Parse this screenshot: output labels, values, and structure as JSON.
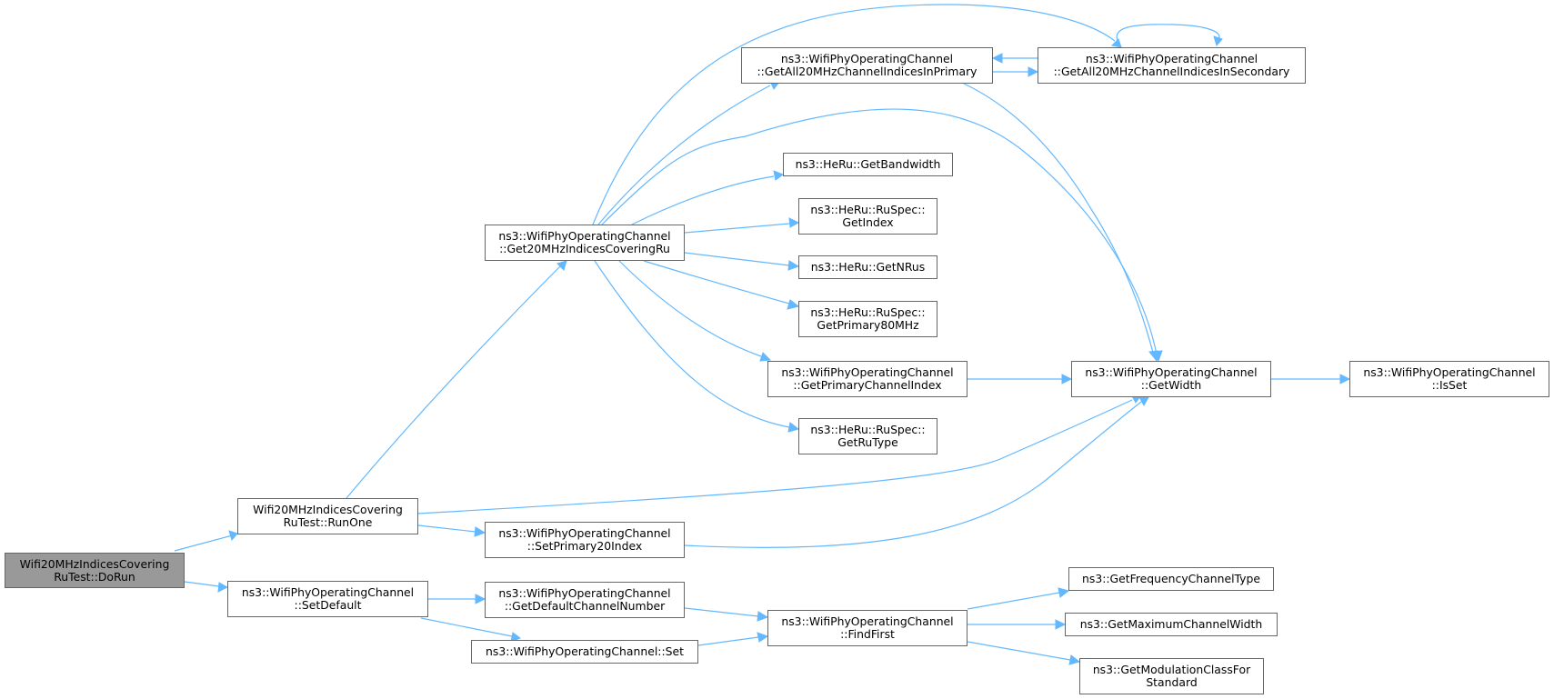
{
  "diagram": {
    "nodes": {
      "dorun": {
        "lines": [
          "Wifi20MHzIndicesCovering",
          "RuTest::DoRun"
        ],
        "root": true
      },
      "runone": {
        "lines": [
          "Wifi20MHzIndicesCovering",
          "RuTest::RunOne"
        ]
      },
      "setdefault": {
        "lines": [
          "ns3::WifiPhyOperatingChannel",
          "::SetDefault"
        ]
      },
      "get20mhz": {
        "lines": [
          "ns3::WifiPhyOperatingChannel",
          "::Get20MHzIndicesCoveringRu"
        ]
      },
      "setprimary20": {
        "lines": [
          "ns3::WifiPhyOperatingChannel",
          "::SetPrimary20Index"
        ]
      },
      "getdefaultchannel": {
        "lines": [
          "ns3::WifiPhyOperatingChannel",
          "::GetDefaultChannelNumber"
        ]
      },
      "set": {
        "lines": [
          "ns3::WifiPhyOperatingChannel::Set"
        ]
      },
      "getallprimary": {
        "lines": [
          "ns3::WifiPhyOperatingChannel",
          "::GetAll20MHzChannelIndicesInPrimary"
        ]
      },
      "getallsecondary": {
        "lines": [
          "ns3::WifiPhyOperatingChannel",
          "::GetAll20MHzChannelIndicesInSecondary"
        ]
      },
      "getbandwidth": {
        "lines": [
          "ns3::HeRu::GetBandwidth"
        ]
      },
      "getindex": {
        "lines": [
          "ns3::HeRu::RuSpec::",
          "GetIndex"
        ]
      },
      "getnrus": {
        "lines": [
          "ns3::HeRu::GetNRus"
        ]
      },
      "getprimary80": {
        "lines": [
          "ns3::HeRu::RuSpec::",
          "GetPrimary80MHz"
        ]
      },
      "getprimarychannelindex": {
        "lines": [
          "ns3::WifiPhyOperatingChannel",
          "::GetPrimaryChannelIndex"
        ]
      },
      "getrutype": {
        "lines": [
          "ns3::HeRu::RuSpec::",
          "GetRuType"
        ]
      },
      "getwidth": {
        "lines": [
          "ns3::WifiPhyOperatingChannel",
          "::GetWidth"
        ]
      },
      "isset": {
        "lines": [
          "ns3::WifiPhyOperatingChannel",
          "::IsSet"
        ]
      },
      "findfirst": {
        "lines": [
          "ns3::WifiPhyOperatingChannel",
          "::FindFirst"
        ]
      },
      "getfreqtype": {
        "lines": [
          "ns3::GetFrequencyChannelType"
        ]
      },
      "getmaxwidth": {
        "lines": [
          "ns3::GetMaximumChannelWidth"
        ]
      },
      "getmodclass": {
        "lines": [
          "ns3::GetModulationClassFor",
          "Standard"
        ]
      }
    },
    "edges": [
      [
        "dorun",
        "runone"
      ],
      [
        "dorun",
        "setdefault"
      ],
      [
        "runone",
        "get20mhz"
      ],
      [
        "runone",
        "getwidth"
      ],
      [
        "runone",
        "setprimary20"
      ],
      [
        "setdefault",
        "getdefaultchannel"
      ],
      [
        "setdefault",
        "set"
      ],
      [
        "get20mhz",
        "getallprimary"
      ],
      [
        "get20mhz",
        "getallsecondary"
      ],
      [
        "get20mhz",
        "getwidth"
      ],
      [
        "get20mhz",
        "getbandwidth"
      ],
      [
        "get20mhz",
        "getindex"
      ],
      [
        "get20mhz",
        "getnrus"
      ],
      [
        "get20mhz",
        "getprimary80"
      ],
      [
        "get20mhz",
        "getprimarychannelindex"
      ],
      [
        "get20mhz",
        "getrutype"
      ],
      [
        "getallprimary",
        "getallsecondary"
      ],
      [
        "getallprimary",
        "getwidth"
      ],
      [
        "getallsecondary",
        "getallprimary"
      ],
      [
        "getallsecondary",
        "getallsecondary"
      ],
      [
        "getallsecondary",
        "getwidth"
      ],
      [
        "getprimarychannelindex",
        "getwidth"
      ],
      [
        "getwidth",
        "isset"
      ],
      [
        "setprimary20",
        "getwidth"
      ],
      [
        "getdefaultchannel",
        "findfirst"
      ],
      [
        "set",
        "findfirst"
      ],
      [
        "findfirst",
        "getfreqtype"
      ],
      [
        "findfirst",
        "getmaxwidth"
      ],
      [
        "findfirst",
        "getmodclass"
      ]
    ]
  }
}
